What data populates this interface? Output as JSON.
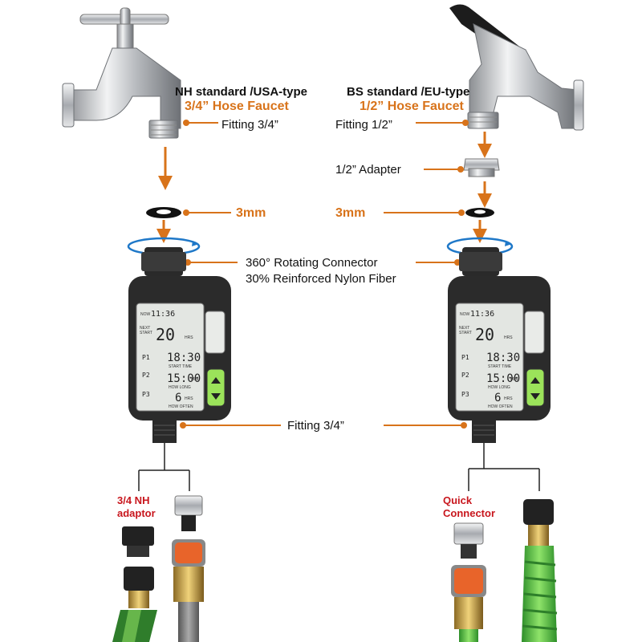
{
  "labels": {
    "left_standard": "NH standard /USA-type",
    "left_faucet": "3/4” Hose Faucet",
    "left_fitting": "Fitting 3/4”",
    "right_standard": "BS standard /EU-type",
    "right_faucet": "1/2” Hose Faucet",
    "right_fitting": "Fitting 1/2”",
    "adapter": "1/2” Adapter",
    "washer_left": "3mm",
    "washer_right": "3mm",
    "connector_line1": "360° Rotating Connector",
    "connector_line2": "30% Reinforced Nylon Fiber",
    "outlet_fitting": "Fitting 3/4”",
    "nh_adaptor_line1": "3/4 NH",
    "nh_adaptor_line2": "adaptor",
    "quick_line1": "Quick",
    "quick_line2": "Connector"
  },
  "lcd": {
    "now": "NOW",
    "clock": "11:36",
    "next_start_1": "NEXT",
    "next_start_2": "START",
    "next_value": "20",
    "next_unit": "HRS",
    "p1": "P1",
    "p1_time": "18:30",
    "start_time": "START TIME",
    "p2": "P2",
    "p2_value": "15:00",
    "min": "MIN",
    "how_long": "HOW LONG",
    "p3": "P3",
    "p3_value": "6",
    "hrs": "HRS",
    "how_often": "HOW OFTEN"
  },
  "colors": {
    "accent_orange": "#d8731a",
    "label_red": "#c8161d",
    "lcd_bg": "#e3e6e2",
    "timer_body": "#2b2b2b",
    "button_green": "#9be35a",
    "rotate_arrow_blue": "#1f78c8"
  }
}
